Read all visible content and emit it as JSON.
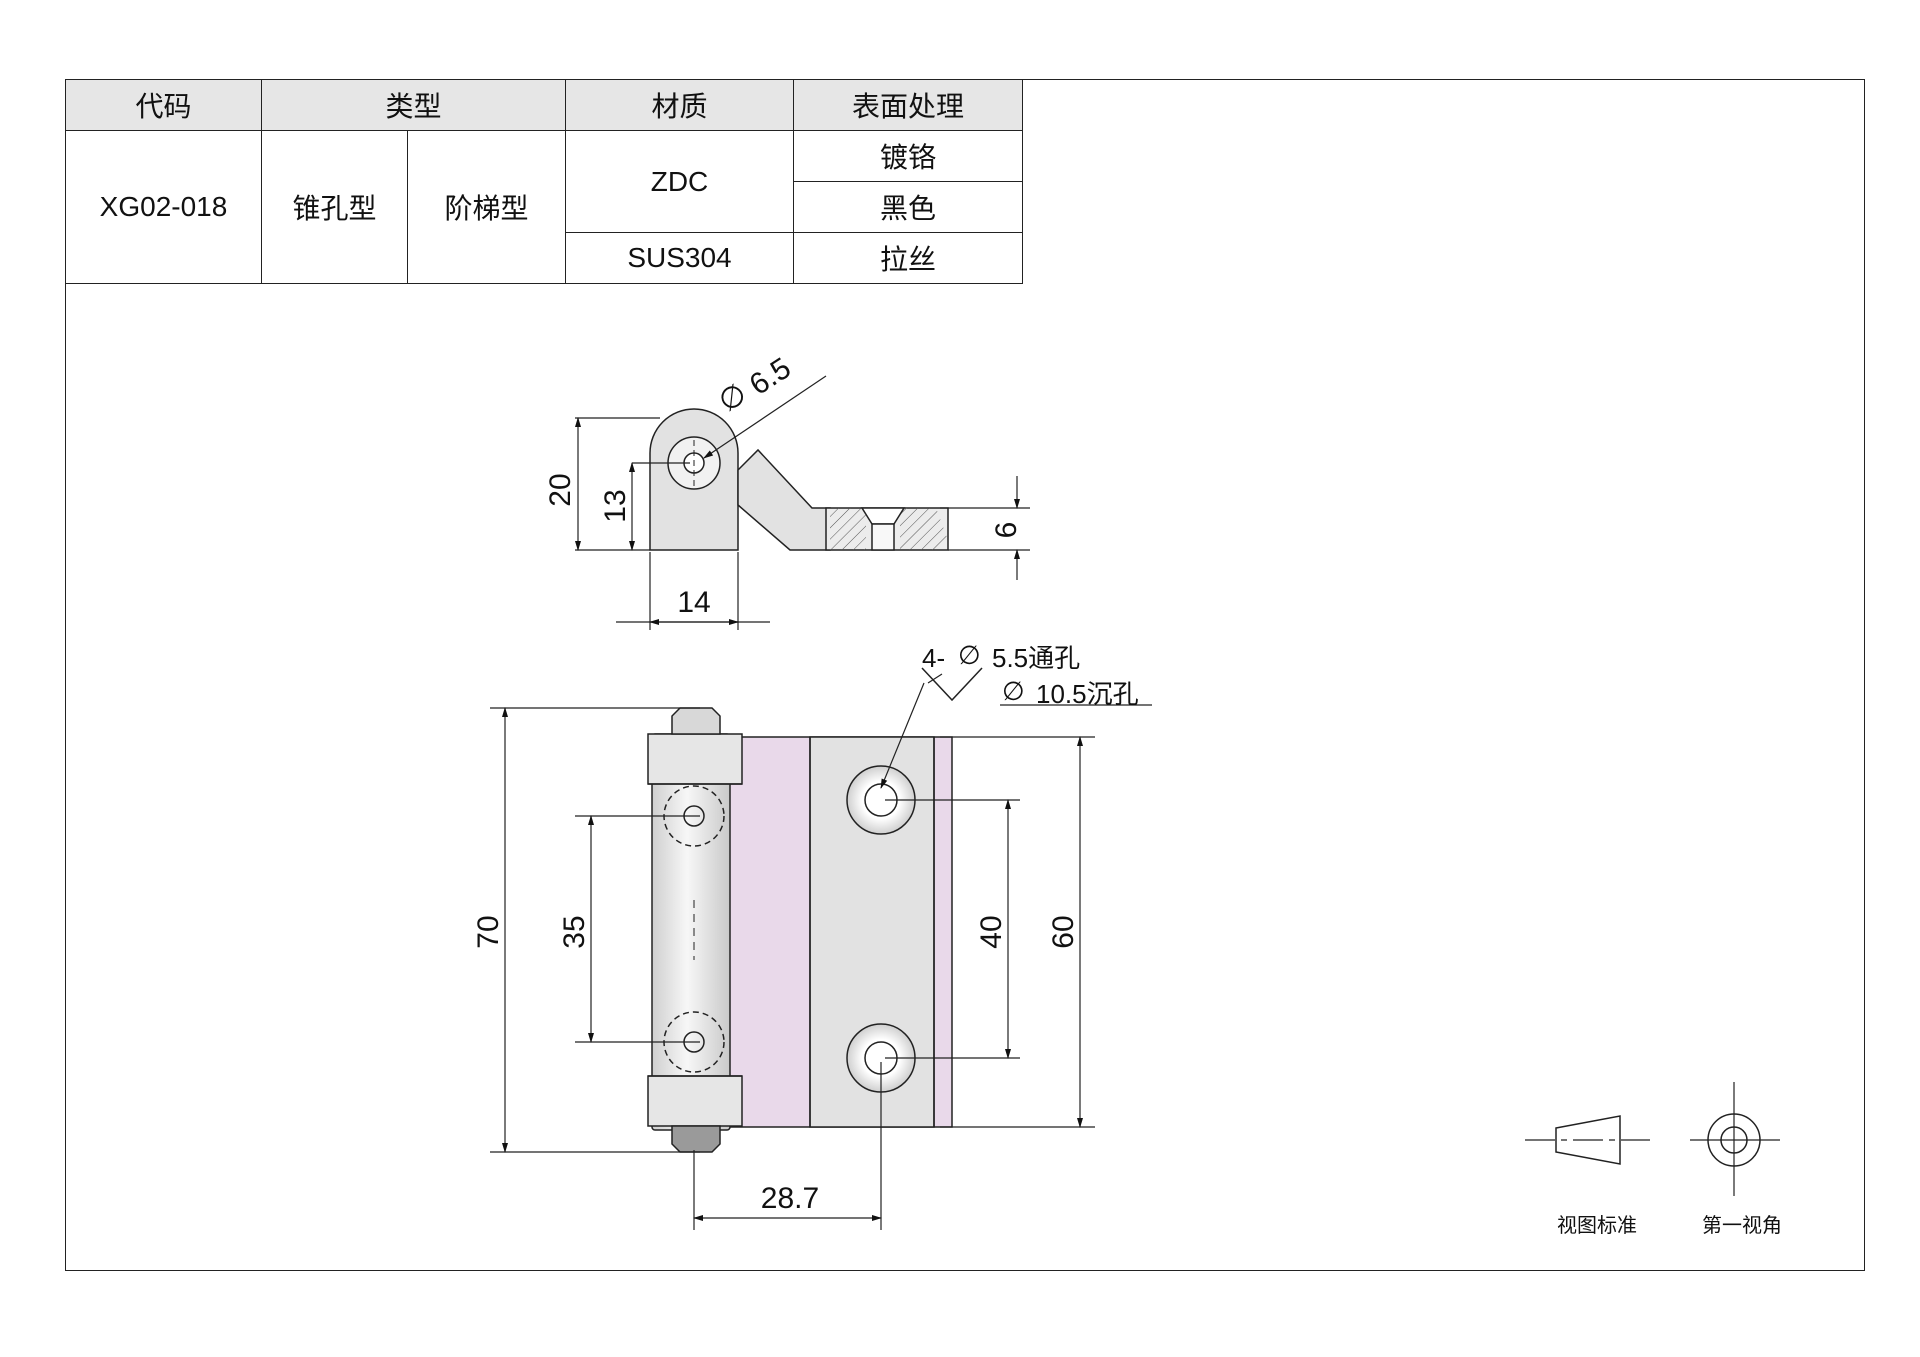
{
  "table": {
    "headers": {
      "code": "代码",
      "type": "类型",
      "material": "材质",
      "finish": "表面处理"
    },
    "code": "XG02-018",
    "type_a": "锥孔型",
    "type_b": "阶梯型",
    "material_1": "ZDC",
    "material_2": "SUS304",
    "finish_1": "镀铬",
    "finish_2": "黑色",
    "finish_3": "拉丝"
  },
  "side_view": {
    "pin_diameter": "6.5",
    "overall_height": "20",
    "pivot_height": "13",
    "leaf_thickness": "6",
    "knuckle_width": "14"
  },
  "front_view": {
    "hole_note_line1": "4-",
    "hole_note_dia1": "5.5通孔",
    "hole_note_dia2": "10.5沉孔",
    "overall_length": "70",
    "left_hole_pitch": "35",
    "right_hole_pitch": "40",
    "leaf_length": "60",
    "hole_offset": "28.7"
  },
  "projection": {
    "standard_label": "视图标准",
    "angle_label": "第一视角"
  },
  "colors": {
    "leaf_pink": "#e9d9ea",
    "metal_grey": "#e2e2e2",
    "line": "#222222"
  }
}
